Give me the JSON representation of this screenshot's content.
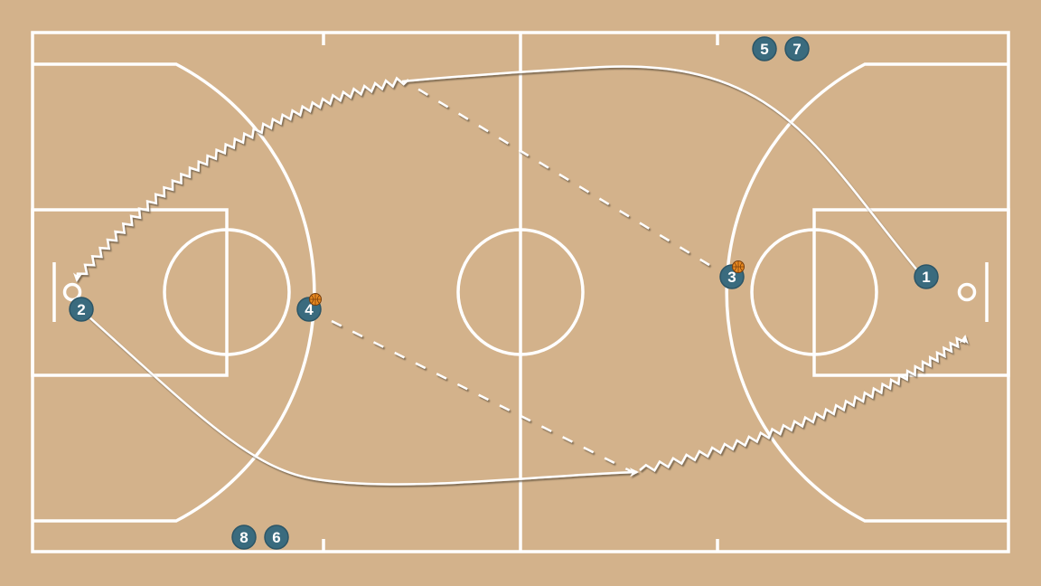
{
  "colors": {
    "floor": "#d3b28b",
    "lines": "#ffffff",
    "player_fill": "#3a6b7e",
    "player_stroke": "#2c5566",
    "ball": "#e8891f"
  },
  "players": [
    {
      "id": "p1",
      "label": "1",
      "has_ball": false
    },
    {
      "id": "p2",
      "label": "2",
      "has_ball": false
    },
    {
      "id": "p3",
      "label": "3",
      "has_ball": true
    },
    {
      "id": "p4",
      "label": "4",
      "has_ball": true
    },
    {
      "id": "p5",
      "label": "5",
      "has_ball": false
    },
    {
      "id": "p6",
      "label": "6",
      "has_ball": false
    },
    {
      "id": "p7",
      "label": "7",
      "has_ball": false
    },
    {
      "id": "p8",
      "label": "8",
      "has_ball": false
    }
  ],
  "actions": [
    {
      "type": "cut",
      "player": "1"
    },
    {
      "type": "cut",
      "player": "2"
    },
    {
      "type": "pass",
      "from": "3"
    },
    {
      "type": "pass",
      "from": "4"
    },
    {
      "type": "dribble"
    },
    {
      "type": "dribble"
    }
  ]
}
